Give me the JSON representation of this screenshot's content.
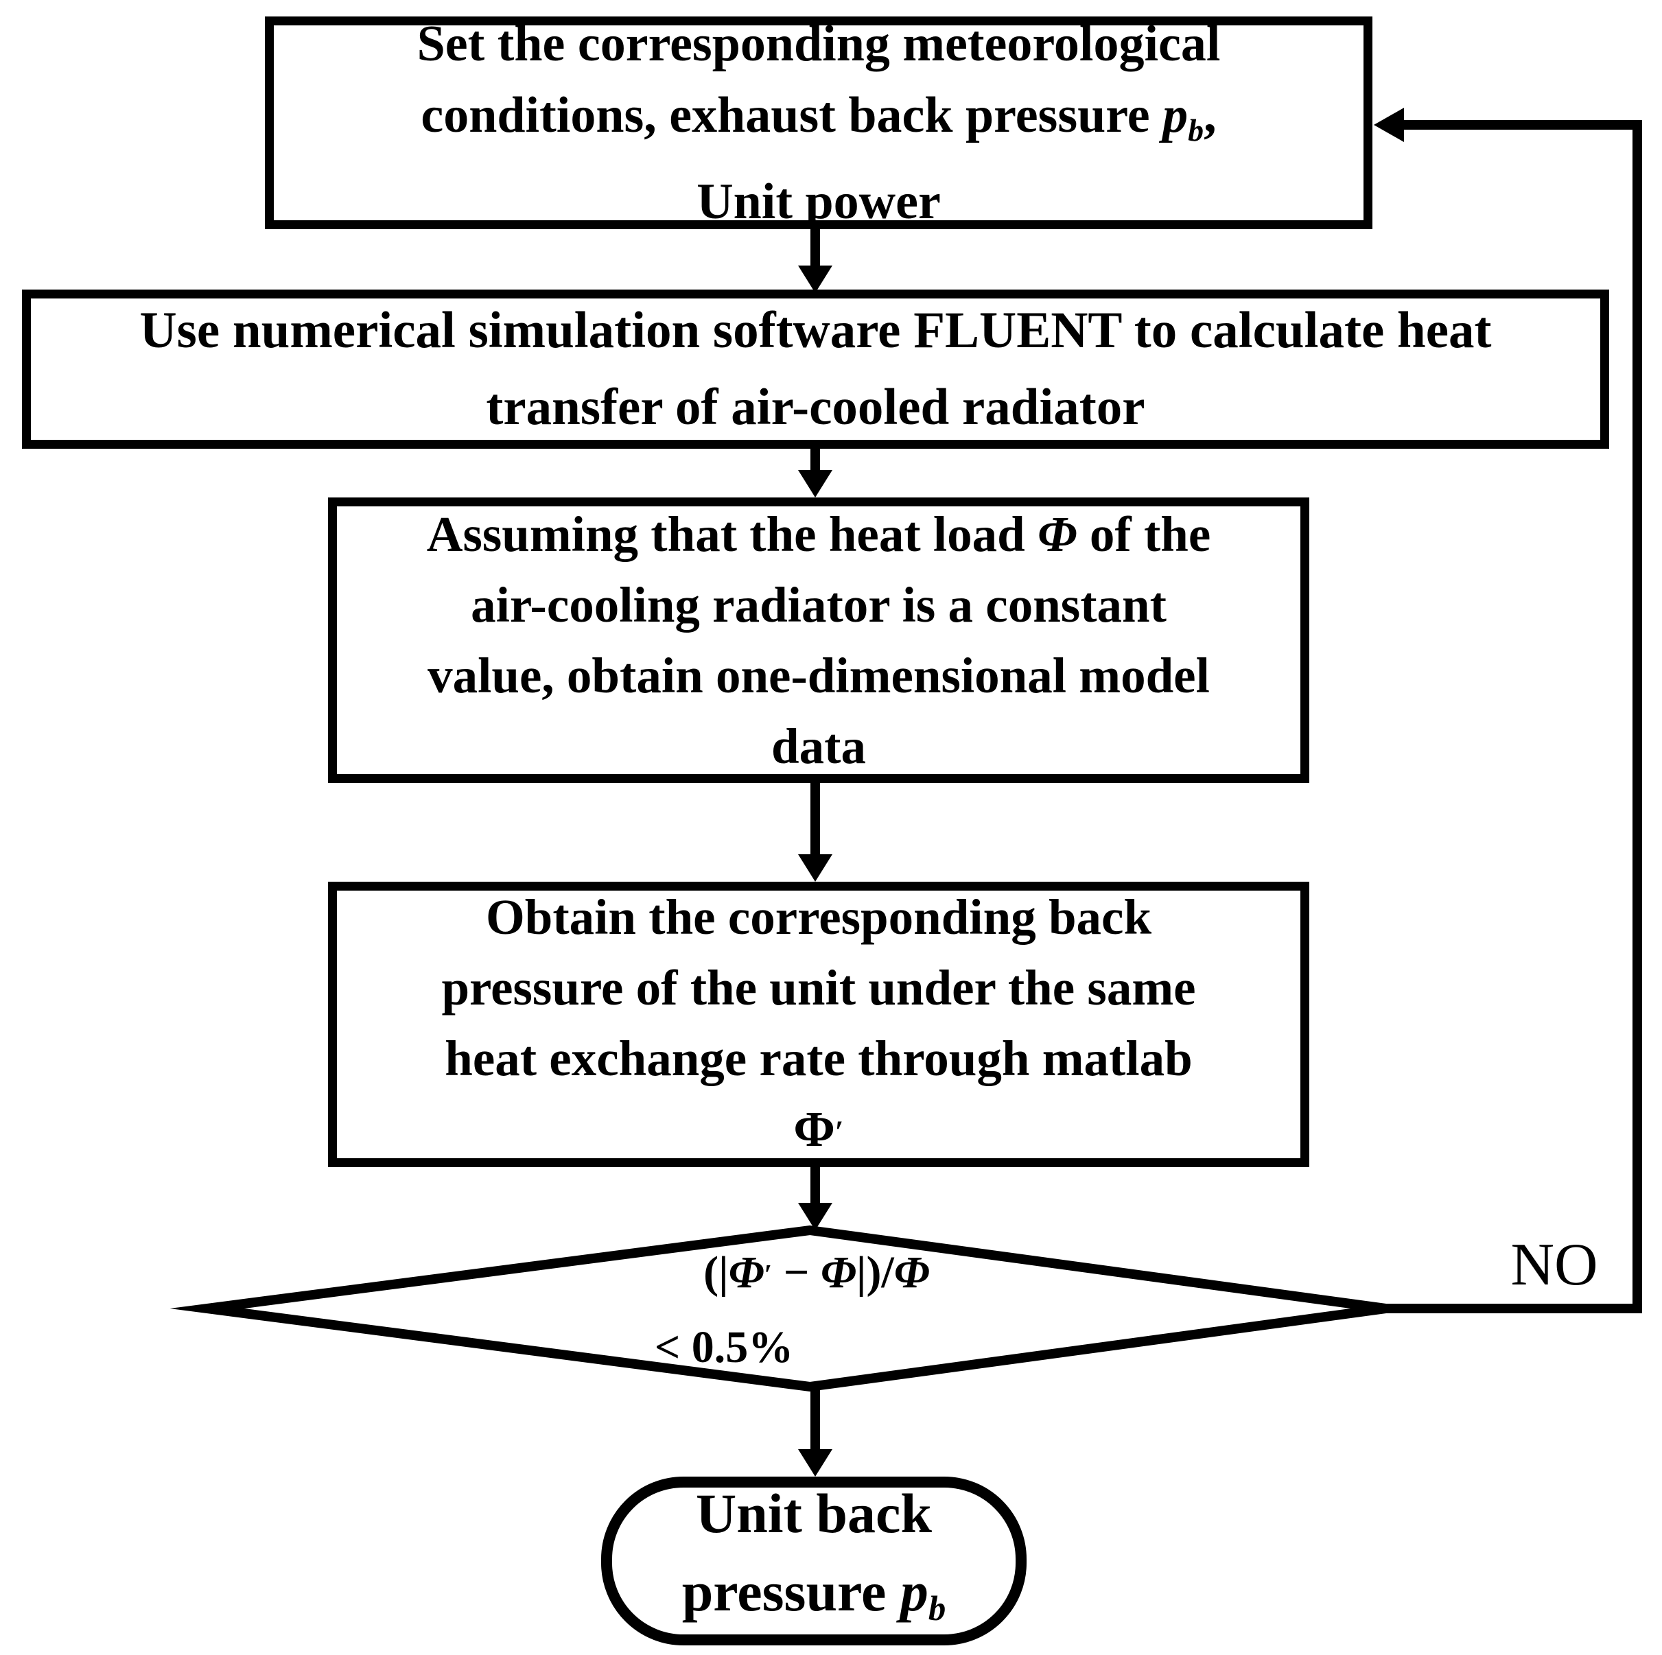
{
  "page": {
    "background": "#ffffff",
    "ink": "#000000"
  },
  "flowchart": {
    "node_set_conditions": {
      "line1": "Set the corresponding meteorological",
      "line2_pre": "conditions, exhaust back pressure ",
      "line2_var": "p",
      "line2_sub": "b",
      "line2_post": ",",
      "line3": "Unit power"
    },
    "node_fluent": {
      "line1": "Use numerical simulation software FLUENT to calculate heat",
      "line2": "transfer of air-cooled radiator"
    },
    "node_assume": {
      "line1_pre": "Assuming that the heat load ",
      "line1_var": "Φ",
      "line1_post": " of the",
      "line2": "air-cooling radiator is a constant",
      "line3": "value, obtain one-dimensional model",
      "line4": "data"
    },
    "node_matlab": {
      "line1": "Obtain the corresponding back",
      "line2": "pressure of the unit under the same",
      "line3": "heat exchange rate through matlab",
      "line4_var": "Φ",
      "line4_prime": "′"
    },
    "decision": {
      "expr_open": "(|",
      "expr_var1": "Φ",
      "expr_prime": "′",
      "expr_minus": " − ",
      "expr_var2": "Φ",
      "expr_close": "|)/",
      "expr_var3": "Φ",
      "threshold": "< 0.5%"
    },
    "terminal": {
      "line1": "Unit back",
      "line2_pre": "pressure ",
      "line2_var": "p",
      "line2_sub": "b"
    },
    "edge_no_label": "NO"
  }
}
